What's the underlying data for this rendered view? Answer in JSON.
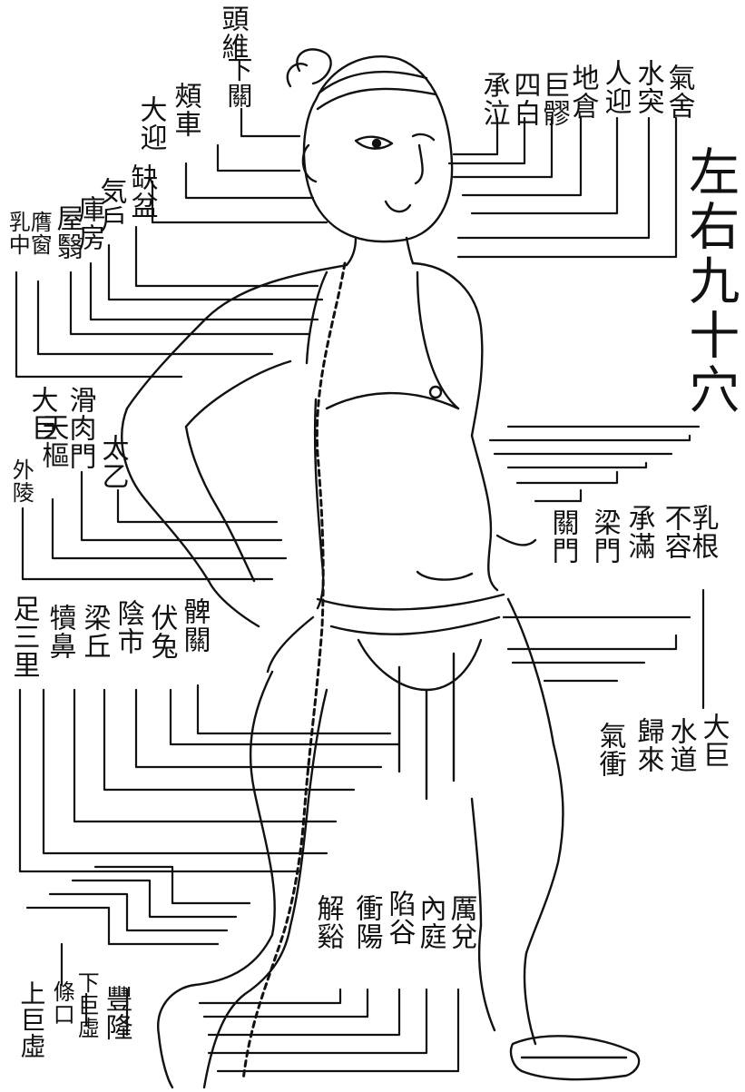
{
  "title": "左右九十穴",
  "colors": {
    "ink": "#111111",
    "paper": "#ffffff"
  },
  "labels": {
    "toujie": "頭維",
    "xiaguan": "下關",
    "jiache": "頰車",
    "daying": "大迎",
    "quepen": "缺盆",
    "qihu": "気戶",
    "kufang": "庫房",
    "wuyi": "屋翳",
    "yingchuang": "膺窗",
    "ruzhong": "乳中",
    "chengqi": "承泣",
    "sibai": "四白",
    "juliao": "巨髎",
    "dicang": "地倉",
    "renying": "人迎",
    "shuitu": "水突",
    "qishe": "氣舍",
    "huaroumen": "滑肉門",
    "tianshu": "天樞",
    "wailing": "外陵",
    "daju_upper": "大巨",
    "taiyi": "太乙",
    "rugen": "乳根",
    "burong": "不容",
    "chengman": "承滿",
    "liangmen": "梁門",
    "guanmen": "關門",
    "zusanli": "足三里",
    "dubi": "犢鼻",
    "liangqiu": "梁丘",
    "yinshi": "陰市",
    "futu": "伏兔",
    "biguan": "髀關",
    "daju": "大巨",
    "shuidao": "水道",
    "guilai": "歸來",
    "qichong": "氣衝",
    "lidui": "厲兌",
    "neiting": "內庭",
    "xiangu": "陷谷",
    "chongyang": "衝陽",
    "jiexi": "解谿",
    "shangjuxu": "上巨虛",
    "tiaokou": "條口",
    "xiajuxu": "下巨虛",
    "fenglong": "豐隆"
  }
}
